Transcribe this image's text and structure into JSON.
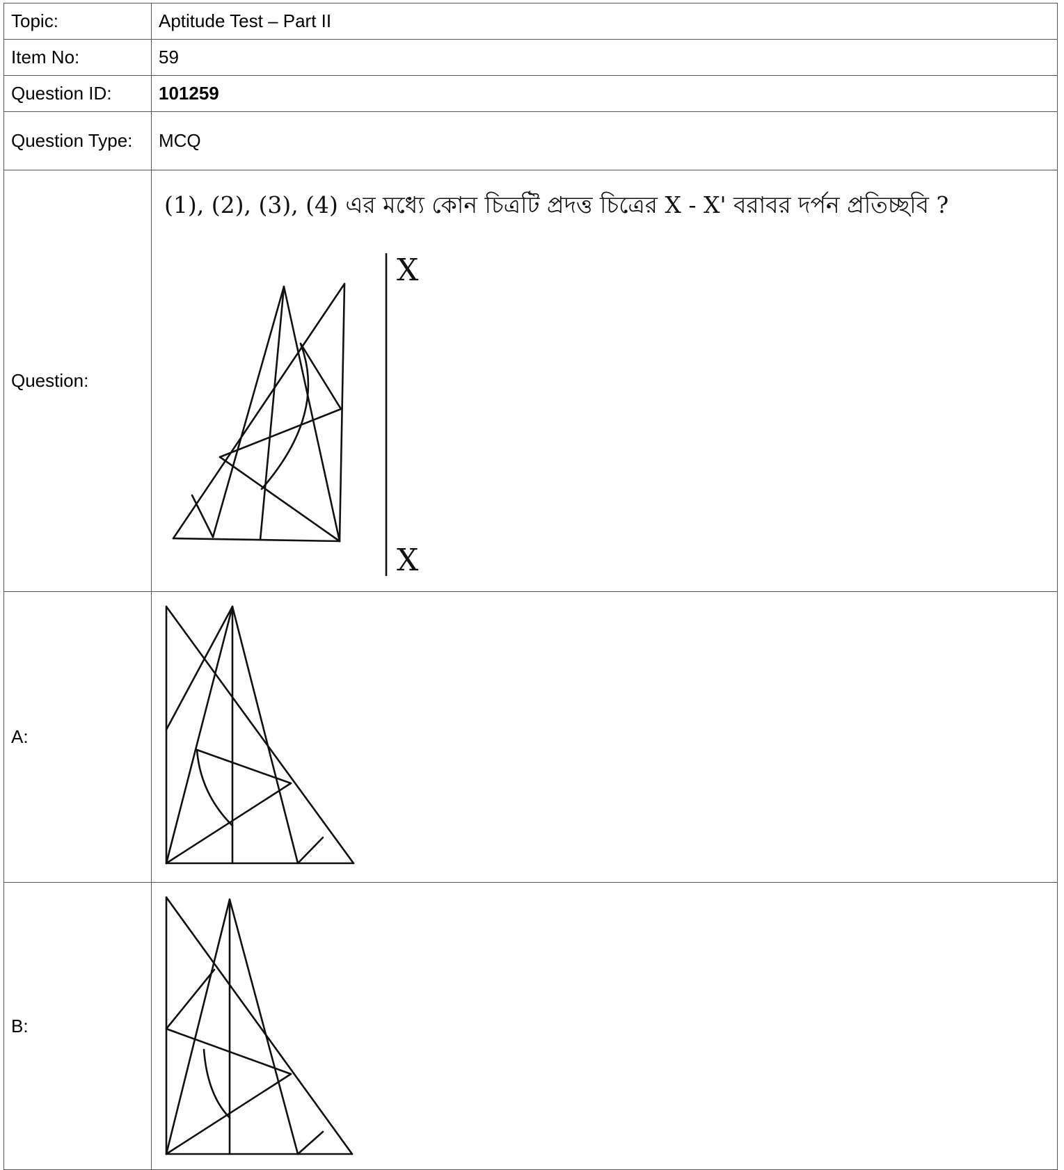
{
  "rows": {
    "topic": {
      "label": "Topic:",
      "value": "Aptitude Test – Part II"
    },
    "item": {
      "label": "Item No:",
      "value": "59"
    },
    "question_id": {
      "label": "Question ID:",
      "value": "101259"
    },
    "question_type": {
      "label": "Question Type:",
      "value": "MCQ"
    },
    "question": {
      "label": "Question:",
      "text": "(1), (2), (3), (4)  এর মধ্যে কোন চিত্রটি প্রদত্ত চিত্রের X - X' বরাবর দর্পন প্রতিচ্ছবি  ?",
      "mirror_top_label": "X",
      "mirror_bottom_label": "X"
    },
    "option_a": {
      "label": "A:"
    },
    "option_b": {
      "label": "B:"
    }
  }
}
